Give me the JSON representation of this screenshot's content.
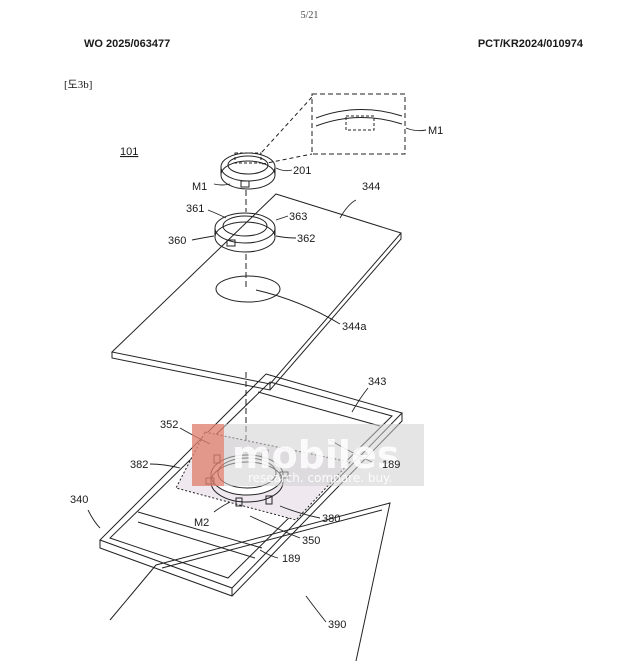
{
  "header": {
    "page_number": "5/21",
    "publication_number": "WO 2025/063477",
    "application_number": "PCT/KR2024/010974"
  },
  "figure": {
    "label": "[도3b]",
    "references": {
      "assembly": "101",
      "magnet_detail": "M1",
      "magnet": "M1",
      "ring_201": "201",
      "plate": "344",
      "r361": "361",
      "r363": "363",
      "r360": "360",
      "r362": "362",
      "hole": "344a",
      "frame": "343",
      "r352": "352",
      "r382": "382",
      "r189_top": "189",
      "r340": "340",
      "m2": "M2",
      "r380": "380",
      "r350": "350",
      "r189_bottom": "189",
      "r390": "390"
    }
  },
  "watermark": {
    "brand": "mobiles",
    "tagline": "research. compare. buy.",
    "accent_color": "#e8563a"
  }
}
